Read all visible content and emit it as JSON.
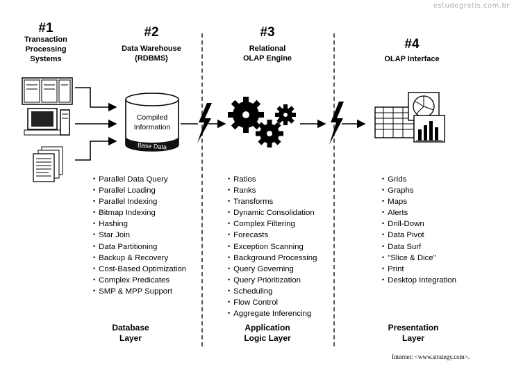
{
  "watermark": "estudegratis.com.br",
  "columns": [
    {
      "num": "#1",
      "title_lines": [
        "Transaction",
        "Processing",
        "Systems"
      ],
      "items": [],
      "layer_lines": []
    },
    {
      "num": "#2",
      "title_lines": [
        "Data Warehouse",
        "(RDBMS)"
      ],
      "items": [
        "Parallel Data Query",
        "Parallel Loading",
        "Parallel Indexing",
        "Bitmap Indexing",
        "Hashing",
        "Star Join",
        "Data Partitioning",
        "Backup & Recovery",
        "Cost-Based Optimization",
        "Complex Predicates",
        "SMP & MPP Support"
      ],
      "layer_lines": [
        "Database",
        "Layer"
      ]
    },
    {
      "num": "#3",
      "title_lines": [
        "Relational",
        "OLAP Engine"
      ],
      "items": [
        "Ratios",
        "Ranks",
        "Transforms",
        "Dynamic Consolidation",
        "Complex Filtering",
        "Forecasts",
        "Exception Scanning",
        "Background Processing",
        "Query Governing",
        "Query Prioritization",
        "Scheduling",
        "Flow Control",
        "Aggregate Inferencing"
      ],
      "layer_lines": [
        "Application",
        "Logic Layer"
      ]
    },
    {
      "num": "#4",
      "title_lines": [
        "OLAP Interface"
      ],
      "items": [
        "Grids",
        "Graphs",
        "Maps",
        "Alerts",
        "Drill-Down",
        "Data Pivot",
        "Data Surf",
        "\"Slice & Dice\"",
        "Print",
        "Desktop Integration"
      ],
      "layer_lines": [
        "Presentation",
        "Layer"
      ]
    }
  ],
  "cylinder": {
    "label_lines": [
      "Compiled",
      "Information"
    ],
    "base_label": "Base Data"
  },
  "icons": [
    "server-rack-icon",
    "desktop-computer-icon",
    "documents-icon",
    "database-cylinder-icon",
    "lightning-bolt-icon",
    "gears-icon",
    "spreadsheet-chart-icon"
  ],
  "footer": "Internet: <www.strategy.com>."
}
